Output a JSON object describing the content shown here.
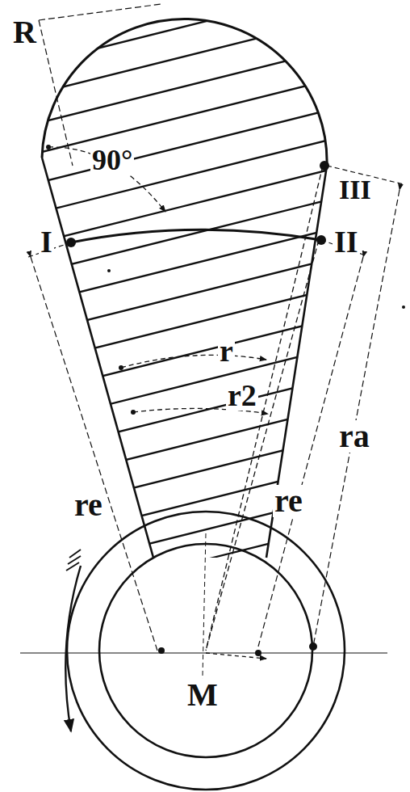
{
  "diagram": {
    "labels": [
      "R",
      "90°",
      "III",
      "I",
      "II",
      "r",
      "r2",
      "ra",
      "re",
      "re",
      "M"
    ]
  }
}
